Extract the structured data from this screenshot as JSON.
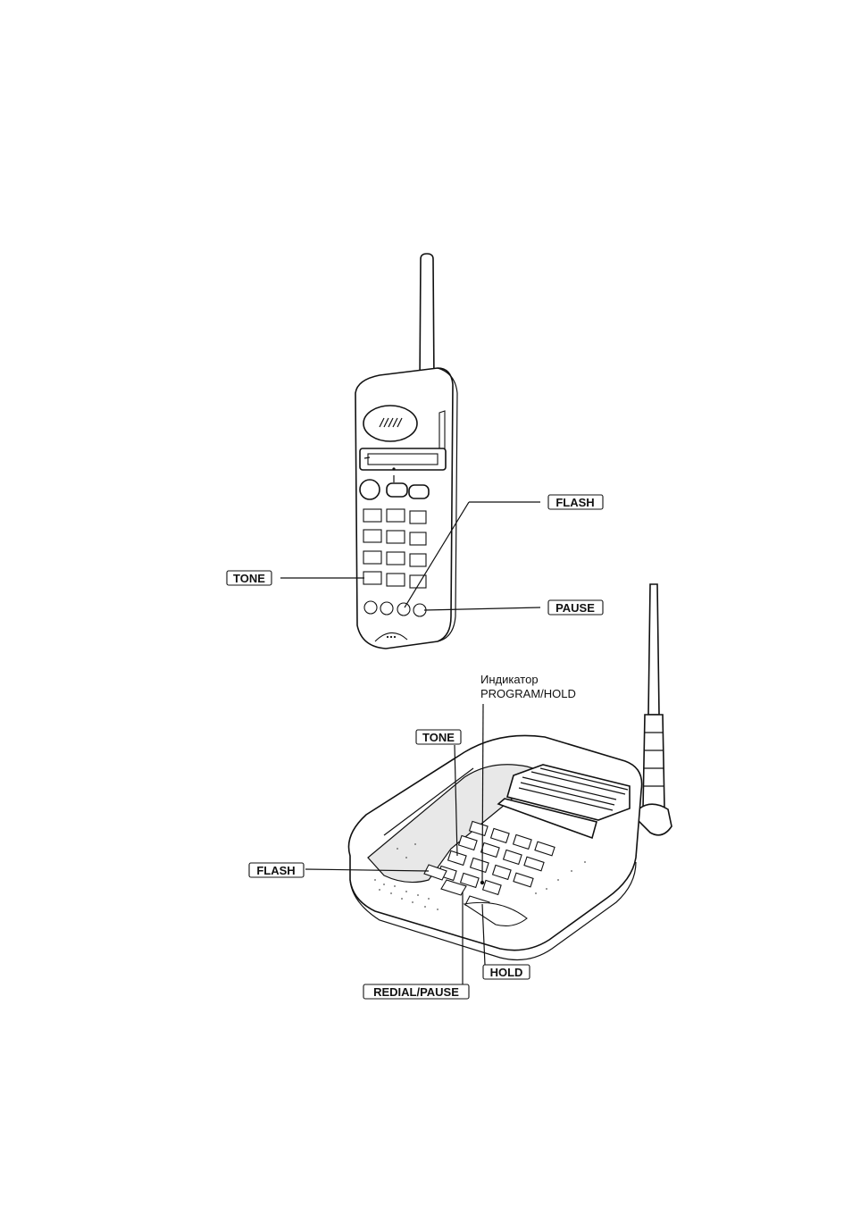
{
  "handset": {
    "labels": {
      "flash": "FLASH",
      "tone": "TONE",
      "pause": "PAUSE"
    }
  },
  "base": {
    "indicator_line1": "Индикатор",
    "indicator_line2": "PROGRAM/HOLD",
    "labels": {
      "tone": "TONE",
      "flash": "FLASH",
      "hold": "HOLD",
      "redial_pause": "REDIAL/PAUSE"
    }
  }
}
